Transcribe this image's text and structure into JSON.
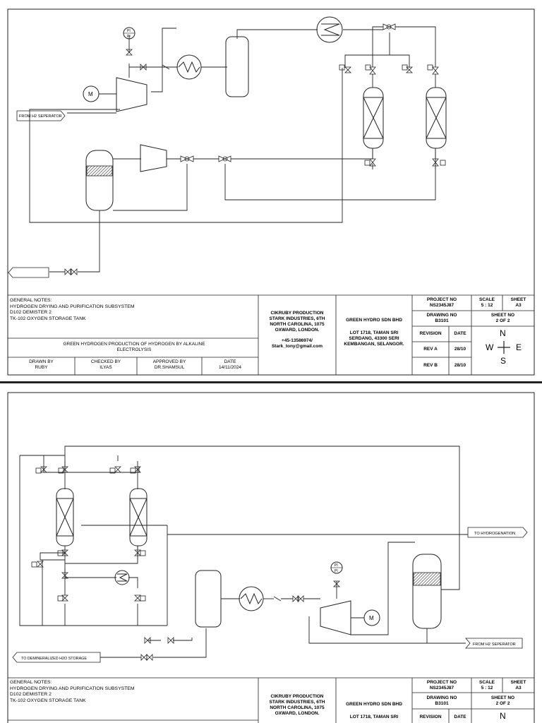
{
  "sheets": [
    {
      "title_block": {
        "notes": [
          "GENERAL NOTES:",
          "HYDROGEN DRYING AND PURIFICATION SUBSYSTEM",
          "D102 DEMISTER 2",
          "TK-102 OXYGEN STORAGE TANK"
        ],
        "project_title": "GREEN HYDROGEN PRODUCTION OF HYDROGEN BY ALKALINE ELECTROLYSIS",
        "drawn_by_label": "DRAWN BY",
        "drawn_by": "RUBY",
        "checked_by_label": "CHECKED BY",
        "checked_by": "ILYAS",
        "approved_by_label": "APPROVED BY",
        "approved_by": "DR.SHAMSUL",
        "date_label": "DATE",
        "date": "14/11/2024",
        "designer_name": "CIKRUBY PRODUCTION",
        "designer_addr1": "STARK INDUSTRIES, 6TH",
        "designer_addr2": "NORTH CAROLINA, 1075",
        "designer_addr3": "OXWARD, LONDON.",
        "designer_phone": "+45-13586974/",
        "designer_email": "Stark_tony@gmail.com",
        "client_name": "GREEN HYDRO SDN BHD",
        "client_addr1": "LOT 1718, TAMAN SRI",
        "client_addr2": "SERDANG, 43300 SERI",
        "client_addr3": "KEMBANGAN, SELANGOR.",
        "project_no_label": "PROJECT NO",
        "project_no": "NS2345J87",
        "scale_label": "SCALE",
        "scale": "5 : 12",
        "sheet_label": "SHEET",
        "sheet": "A3",
        "drawing_no_label": "DRAWING NO",
        "drawing_no": "B3101",
        "sheet_no_label": "SHEET NO",
        "sheet_no": "2 OF 2",
        "revision_label": "REVISION",
        "rev_date_label": "DATE",
        "rev_a": "REV A",
        "rev_a_date": "28/10",
        "rev_b": "REV B",
        "rev_b_date": "28/10",
        "compass": {
          "n": "N",
          "s": "S",
          "e": "E",
          "w": "W"
        }
      },
      "labels": {
        "from_separator": "FROM H2 SEPERATOR",
        "pi": "PI",
        "motor": "M"
      }
    },
    {
      "title_block": {
        "notes": [
          "GENERAL NOTES:",
          "HYDROGEN DRYING AND PURIFICATION SUBSYSTEM",
          "D102 DEMISTER 2",
          "TK-102 OXYGEN STORAGE TANK"
        ],
        "designer_name": "CIKRUBY PRODUCTION",
        "designer_addr1": "STARK INDUSTRIES, 6TH",
        "designer_addr2": "NORTH CAROLINA, 1075",
        "designer_addr3": "OXWARD, LONDON.",
        "client_name": "GREEN HYDRO SDN BHD",
        "client_addr1": "LOT 1718, TAMAN SRI",
        "project_no_label": "PROJECT NO",
        "project_no": "NS2345J87",
        "scale_label": "SCALE",
        "scale": "5 : 12",
        "sheet_label": "SHEET",
        "sheet": "A3",
        "drawing_no_label": "DRAWING NO",
        "drawing_no": "B3101",
        "sheet_no_label": "SHEET NO",
        "sheet_no": "2 OF 2",
        "revision_label": "REVISION",
        "rev_date_label": "DATE",
        "compass_n": "N"
      },
      "labels": {
        "to_hydrogenation": "TO HYDROGENATION",
        "from_separator": "FROM H2 SEPERATOR",
        "to_demineralized": "TO DEMINERALIZED H2O STORAGE",
        "pi": "PI",
        "motor": "M"
      }
    }
  ]
}
